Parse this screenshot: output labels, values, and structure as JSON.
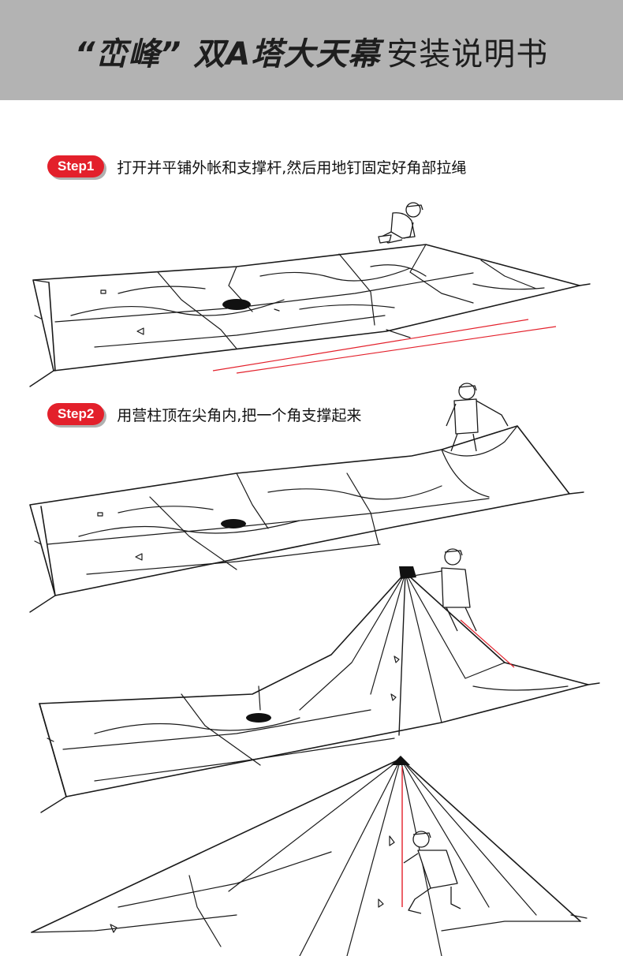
{
  "header": {
    "title_brand": "“峦峰” 双A塔大天幕",
    "title_suffix": "安装说明书",
    "background": "#b3b3b3"
  },
  "steps": [
    {
      "badge": "Step1",
      "text": "打开并平铺外帐和支撑杆,然后用地钉固定好角部拉绳"
    },
    {
      "badge": "Step2",
      "text": "用营柱顶在尖角内,把一个角支撑起来"
    }
  ],
  "colors": {
    "accent": "#e3202b",
    "line": "#1a1a1a"
  }
}
